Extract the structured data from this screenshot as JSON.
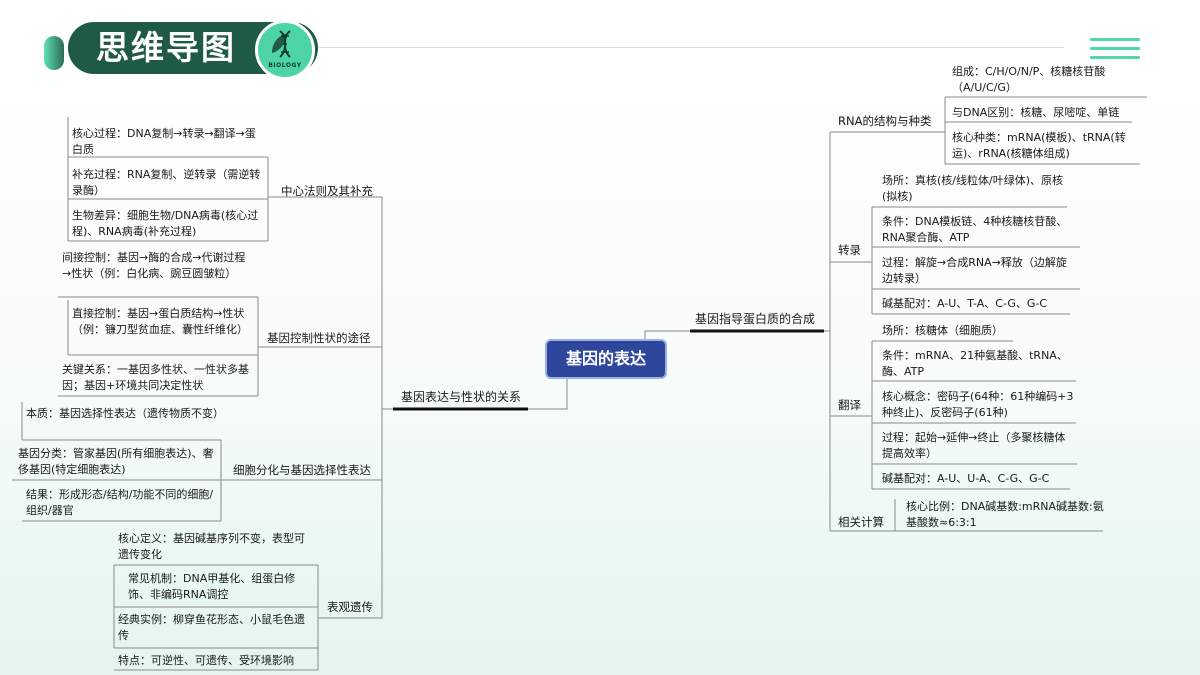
{
  "header": {
    "title": "思维导图",
    "logo_text": "BIOLOGY"
  },
  "map": {
    "root": "基因的表达",
    "right_main": "基因指导蛋白质的合成",
    "left_main": "基因表达与性状的关系",
    "right": {
      "rna": {
        "label": "RNA的结构与种类",
        "items": [
          "组成：C/H/O/N/P、核糖核苷酸（A/U/C/G）",
          "与DNA区别：核糖、尿嘧啶、单链",
          "核心种类：mRNA(模板)、tRNA(转运)、rRNA(核糖体组成)"
        ]
      },
      "transcription": {
        "label": "转录",
        "items": [
          "场所：真核(核/线粒体/叶绿体)、原核(拟核)",
          "条件：DNA模板链、4种核糖核苷酸、RNA聚合酶、ATP",
          "过程：解旋→合成RNA→释放（边解旋边转录）",
          "碱基配对：A-U、T-A、C-G、G-C"
        ]
      },
      "translation": {
        "label": "翻译",
        "items": [
          "场所：核糖体（细胞质）",
          "条件：mRNA、21种氨基酸、tRNA、酶、ATP",
          "核心概念：密码子(64种：61种编码+3种终止)、反密码子(61种)",
          "过程：起始→延伸→终止（多聚核糖体提高效率）",
          "碱基配对：A-U、U-A、C-G、G-C"
        ]
      },
      "calc": {
        "label": "相关计算",
        "items": [
          "核心比例：DNA碱基数:mRNA碱基数:氨基酸数≈6:3:1"
        ]
      }
    },
    "left": {
      "central": {
        "label": "中心法则及其补充",
        "items": [
          "核心过程：DNA复制→转录→翻译→蛋白质",
          "补充过程：RNA复制、逆转录（需逆转录酶）",
          "生物差异：细胞生物/DNA病毒(核心过程)、RNA病毒(补充过程)"
        ]
      },
      "control": {
        "label": "基因控制性状的途径",
        "items": [
          "间接控制：基因→酶的合成→代谢过程→性状（例：白化病、豌豆圆皱粒）",
          "直接控制：基因→蛋白质结构→性状（例：镰刀型贫血症、囊性纤维化）",
          "关键关系：一基因多性状、一性状多基因；基因+环境共同决定性状"
        ]
      },
      "differentiation": {
        "label": "细胞分化与基因选择性表达",
        "items": [
          "本质：基因选择性表达（遗传物质不变）",
          "基因分类：管家基因(所有细胞表达)、奢侈基因(特定细胞表达)",
          "结果：形成形态/结构/功能不同的细胞/组织/器官"
        ]
      },
      "epigenetics": {
        "label": "表观遗传",
        "items": [
          "核心定义：基因碱基序列不变，表型可遗传变化",
          "常见机制：DNA甲基化、组蛋白修饰、非编码RNA调控",
          "经典实例：柳穿鱼花形态、小鼠毛色遗传",
          "特点：可逆性、可遗传、受环境影响"
        ]
      }
    }
  },
  "colors": {
    "header_pill": "#1f5a45",
    "accent_green": "#4fd8ae",
    "root_fill": "#2f469d",
    "line": "#8a8a8a"
  }
}
